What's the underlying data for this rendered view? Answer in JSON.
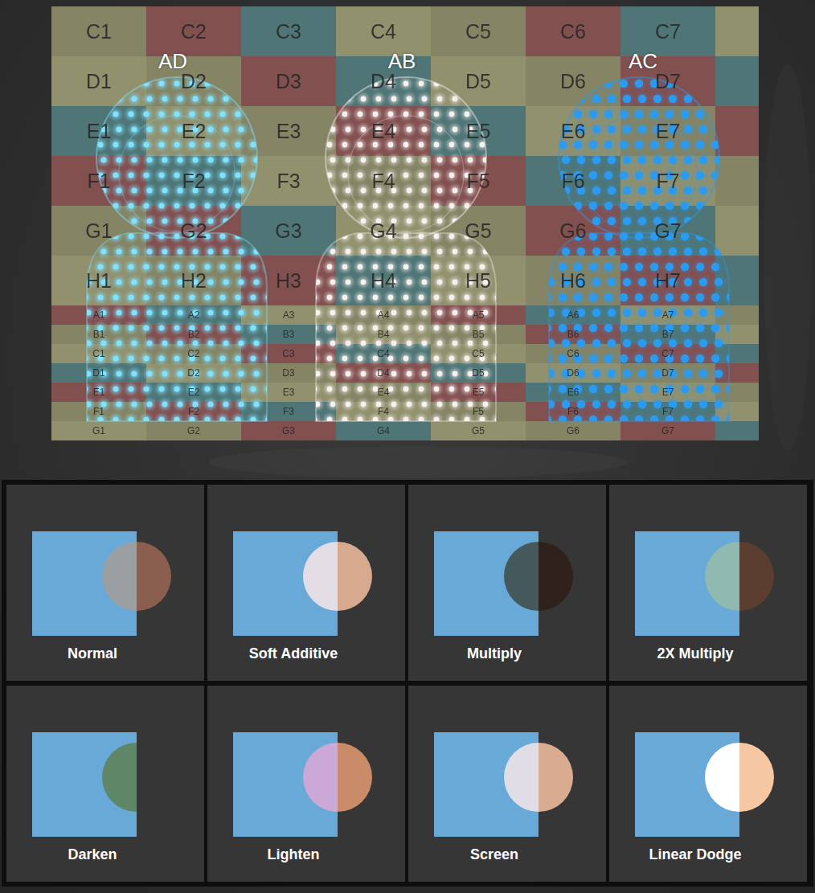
{
  "diagram": {
    "nodes": [
      {
        "text": [
          "Normal"
        ]
      },
      {
        "text": [
          "Soft Additive"
        ]
      },
      {
        "text": [
          "Multiply"
        ]
      },
      {
        "text": [
          "2X Multiply"
        ]
      },
      {
        "text": [
          "Darken"
        ]
      },
      {
        "text": [
          "Lighten"
        ]
      },
      {
        "text": [
          "Screen"
        ]
      },
      {
        "text": [
          "Linear Dodge"
        ]
      }
    ],
    "labels": [
      "C1",
      "C2",
      "C3",
      "C4",
      "C5",
      "C6",
      "C7",
      "AD",
      "AB",
      "AC",
      "D1",
      "D2",
      "D3",
      "D4",
      "D5",
      "D6",
      "D7",
      "E1",
      "E2",
      "E3",
      "E4",
      "E5",
      "E6",
      "E7",
      "F1",
      "F2",
      "F3",
      "F4",
      "F5",
      "F6",
      "F7",
      "G1",
      "G2",
      "G3",
      "G4",
      "G5",
      "G6",
      "G7",
      "H1",
      "H2",
      "H3",
      "H4",
      "H5",
      "H6",
      "H7",
      "A1",
      "A2",
      "A3",
      "A4",
      "A5",
      "A6",
      "A7",
      "B1",
      "B2",
      "B3",
      "B4",
      "B5",
      "B6",
      "B7",
      "C1",
      "C2",
      "C3",
      "C4",
      "C5",
      "C6",
      "C7",
      "D1",
      "D2",
      "D3",
      "D4",
      "D5",
      "D6",
      "D7",
      "E1",
      "E2",
      "E3",
      "E4",
      "E5",
      "E6",
      "E7",
      "F1",
      "F2",
      "F3",
      "F4",
      "F5",
      "F6",
      "F7",
      "G1",
      "G2",
      "G3",
      "G4",
      "G5",
      "G6",
      "G7"
    ]
  }
}
